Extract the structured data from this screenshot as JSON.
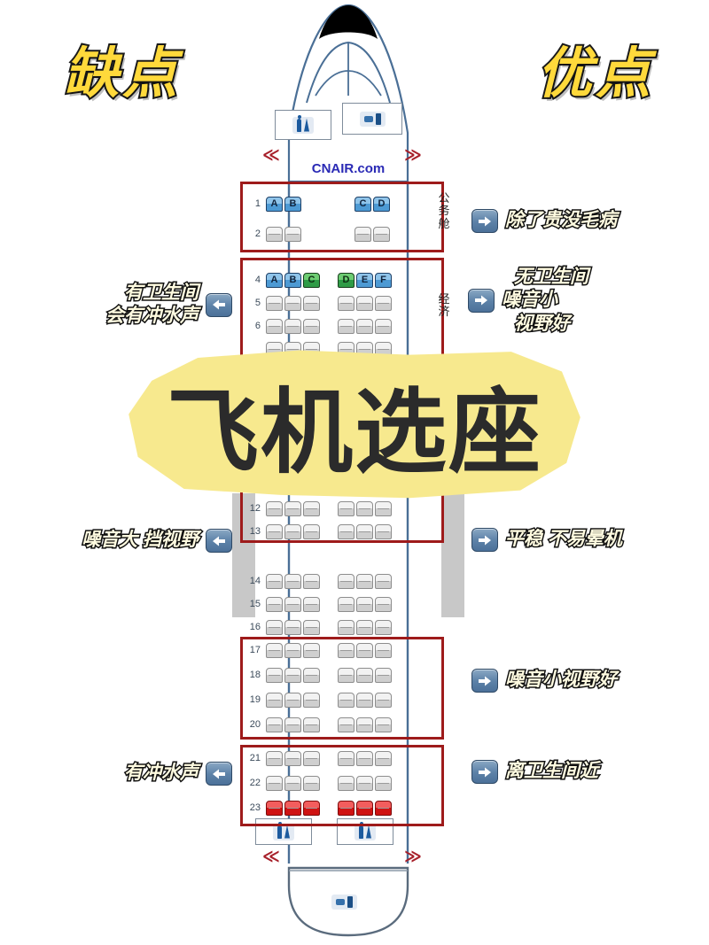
{
  "headline": {
    "left": "缺点",
    "right": "优点"
  },
  "title": "飞机选座",
  "aircraft": {
    "brand": "CNAIR.com",
    "front_lavatory_icon": "lavatory-icon",
    "front_galley_icon": "galley-icon",
    "rear_lavatory_left_icon": "lavatory-icon",
    "rear_lavatory_right_icon": "lavatory-icon",
    "tail_galley_icon": "galley-icon",
    "door_icon_left": "≪",
    "door_icon_right": "≫"
  },
  "cabins": [
    {
      "id": "business",
      "label": "公务舱",
      "rows": [
        "1",
        "2"
      ]
    },
    {
      "id": "economy",
      "label": "经济",
      "rows": [
        "4",
        "5",
        "6"
      ]
    }
  ],
  "seat_letters": {
    "business": [
      "A",
      "B",
      "C",
      "D"
    ],
    "economy": [
      "A",
      "B",
      "C",
      "D",
      "E",
      "F"
    ]
  },
  "rows": [
    {
      "num": "1",
      "left": [
        "A",
        "B"
      ],
      "right": [
        "C",
        "D"
      ],
      "kind": "business-lettered"
    },
    {
      "num": "2",
      "left": [
        "",
        ""
      ],
      "right": [
        "",
        ""
      ],
      "kind": "business"
    },
    {
      "num": "4",
      "left": [
        "A",
        "B",
        "C"
      ],
      "right": [
        "D",
        "E",
        "F"
      ],
      "kind": "economy-lettered"
    },
    {
      "num": "5",
      "left": [
        "",
        "",
        ""
      ],
      "right": [
        "",
        "",
        ""
      ],
      "kind": "economy"
    },
    {
      "num": "6",
      "left": [
        "",
        "",
        ""
      ],
      "right": [
        "",
        "",
        ""
      ],
      "kind": "economy"
    },
    {
      "num": "12",
      "left": [
        "",
        "",
        ""
      ],
      "right": [
        "",
        "",
        ""
      ],
      "kind": "economy"
    },
    {
      "num": "13",
      "left": [
        "",
        "",
        ""
      ],
      "right": [
        "",
        "",
        ""
      ],
      "kind": "economy"
    },
    {
      "num": "14",
      "left": [
        "",
        "",
        ""
      ],
      "right": [
        "",
        "",
        ""
      ],
      "kind": "economy"
    },
    {
      "num": "15",
      "left": [
        "",
        "",
        ""
      ],
      "right": [
        "",
        "",
        ""
      ],
      "kind": "economy"
    },
    {
      "num": "16",
      "left": [
        "",
        "",
        ""
      ],
      "right": [
        "",
        "",
        ""
      ],
      "kind": "economy"
    },
    {
      "num": "17",
      "left": [
        "",
        "",
        ""
      ],
      "right": [
        "",
        "",
        ""
      ],
      "kind": "economy"
    },
    {
      "num": "18",
      "left": [
        "",
        "",
        ""
      ],
      "right": [
        "",
        "",
        ""
      ],
      "kind": "economy"
    },
    {
      "num": "19",
      "left": [
        "",
        "",
        ""
      ],
      "right": [
        "",
        "",
        ""
      ],
      "kind": "economy"
    },
    {
      "num": "20",
      "left": [
        "",
        "",
        ""
      ],
      "right": [
        "",
        "",
        ""
      ],
      "kind": "economy"
    },
    {
      "num": "21",
      "left": [
        "",
        "",
        ""
      ],
      "right": [
        "",
        "",
        ""
      ],
      "kind": "economy"
    },
    {
      "num": "22",
      "left": [
        "",
        "",
        ""
      ],
      "right": [
        "",
        "",
        ""
      ],
      "kind": "economy"
    },
    {
      "num": "23",
      "left": [
        "",
        "",
        ""
      ],
      "right": [
        "",
        "",
        ""
      ],
      "kind": "economy-red"
    }
  ],
  "row_labels": {
    "r1": "1",
    "r2": "2",
    "r4": "4",
    "r5": "5",
    "r6": "6",
    "r12": "12",
    "r13": "13",
    "r14": "14",
    "r15": "15",
    "r16": "16",
    "r17": "17",
    "r18": "18",
    "r19": "19",
    "r20": "20",
    "r21": "21",
    "r22": "22",
    "r23": "23"
  },
  "cabin_labels": {
    "business": "公务舱",
    "economy": "经济"
  },
  "annotations": {
    "pros": [
      {
        "id": "pro-business",
        "text": "除了贵没毛病",
        "icon": "arrow-right-icon"
      },
      {
        "id": "pro-front-economy",
        "line1": "无卫生间",
        "line2": "噪音小",
        "line3": "视野好",
        "icon": "arrow-right-icon"
      },
      {
        "id": "pro-wing",
        "text": "平稳 不易晕机",
        "icon": "arrow-right-icon"
      },
      {
        "id": "pro-rear",
        "text": "噪音小视野好",
        "icon": "arrow-right-icon"
      },
      {
        "id": "pro-lavatory",
        "text": "离卫生间近",
        "icon": "arrow-right-icon"
      }
    ],
    "cons": [
      {
        "id": "con-front-lav",
        "line1": "有卫生间",
        "line2": "会有冲水声",
        "icon": "arrow-left-icon"
      },
      {
        "id": "con-wing",
        "text": "噪音大 挡视野",
        "icon": "arrow-left-icon"
      },
      {
        "id": "con-flush",
        "text": "有冲水声",
        "icon": "arrow-left-icon"
      }
    ]
  },
  "colors": {
    "headline_fill": "#ffd93b",
    "headline_stroke": "#1a1a1a",
    "section_border": "#9e1b1b",
    "highlight_blob": "#f7e98e",
    "seat_blue": "#4d9ad4",
    "seat_green": "#2f9b46",
    "seat_red": "#cf1313",
    "brand_blue": "#2a2ab5",
    "wing_gray": "#c8c8c8"
  }
}
